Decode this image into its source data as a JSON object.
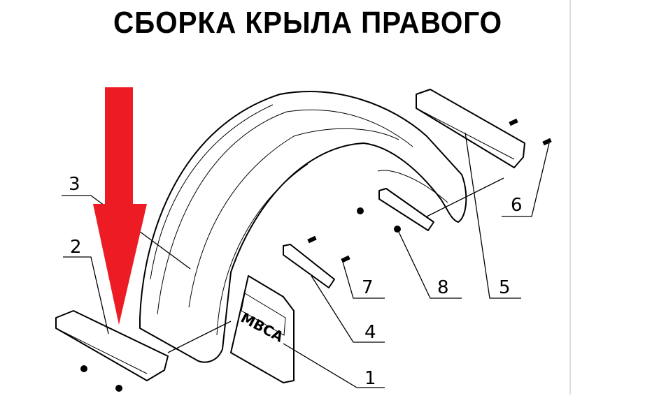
{
  "title": "СБОРКА КРЫЛА ПРАВОГО",
  "mudflap_logo_text": "МВСА",
  "callouts": [
    "1",
    "2",
    "3",
    "4",
    "5",
    "6",
    "7",
    "8"
  ],
  "colors": {
    "arrow": "#ed1c24",
    "lines": "#000000",
    "border": "#dddddd"
  }
}
